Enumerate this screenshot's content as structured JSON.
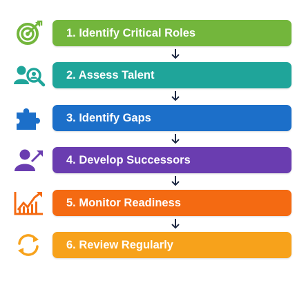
{
  "steps": [
    {
      "label": "1. Identify Critical Roles",
      "color": "#73B63C",
      "icon": "target-icon"
    },
    {
      "label": "2. Assess Talent",
      "color": "#1FA59A",
      "icon": "person-search-icon"
    },
    {
      "label": "3. Identify Gaps",
      "color": "#1C6FC9",
      "icon": "puzzle-piece-icon"
    },
    {
      "label": "4. Develop Successors",
      "color": "#6A3DB0",
      "icon": "person-growth-icon"
    },
    {
      "label": "5. Monitor Readiness",
      "color": "#F46A12",
      "icon": "growth-chart-icon"
    },
    {
      "label": "6. Review Regularly",
      "color": "#F7A21B",
      "icon": "refresh-cycle-icon"
    }
  ],
  "arrow_color": "#1F2A44"
}
